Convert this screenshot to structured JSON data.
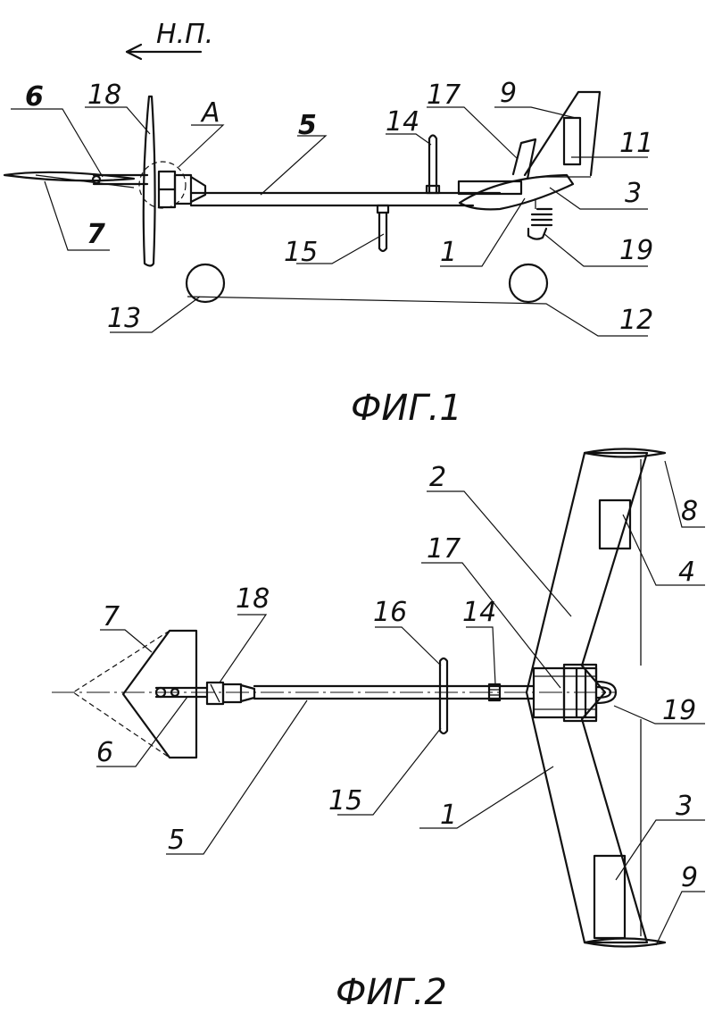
{
  "header": {
    "direction_label": "Н.П."
  },
  "fig1": {
    "caption": "ФИГ.1",
    "labels": {
      "l6": "6",
      "l18": "18",
      "lA": "A",
      "l5": "5",
      "l14": "14",
      "l17": "17",
      "l9": "9",
      "l11": "11",
      "l3": "3",
      "l19": "19",
      "l1": "1",
      "l15": "15",
      "l7": "7",
      "l13": "13",
      "l12": "12"
    }
  },
  "fig2": {
    "caption": "ФИГ.2",
    "labels": {
      "l2": "2",
      "l8": "8",
      "l17": "17",
      "l4": "4",
      "l18": "18",
      "l16": "16",
      "l14": "14",
      "l7": "7",
      "l19": "19",
      "l6": "6",
      "l15": "15",
      "l1": "1",
      "l3": "3",
      "l5": "5",
      "l9": "9"
    }
  }
}
